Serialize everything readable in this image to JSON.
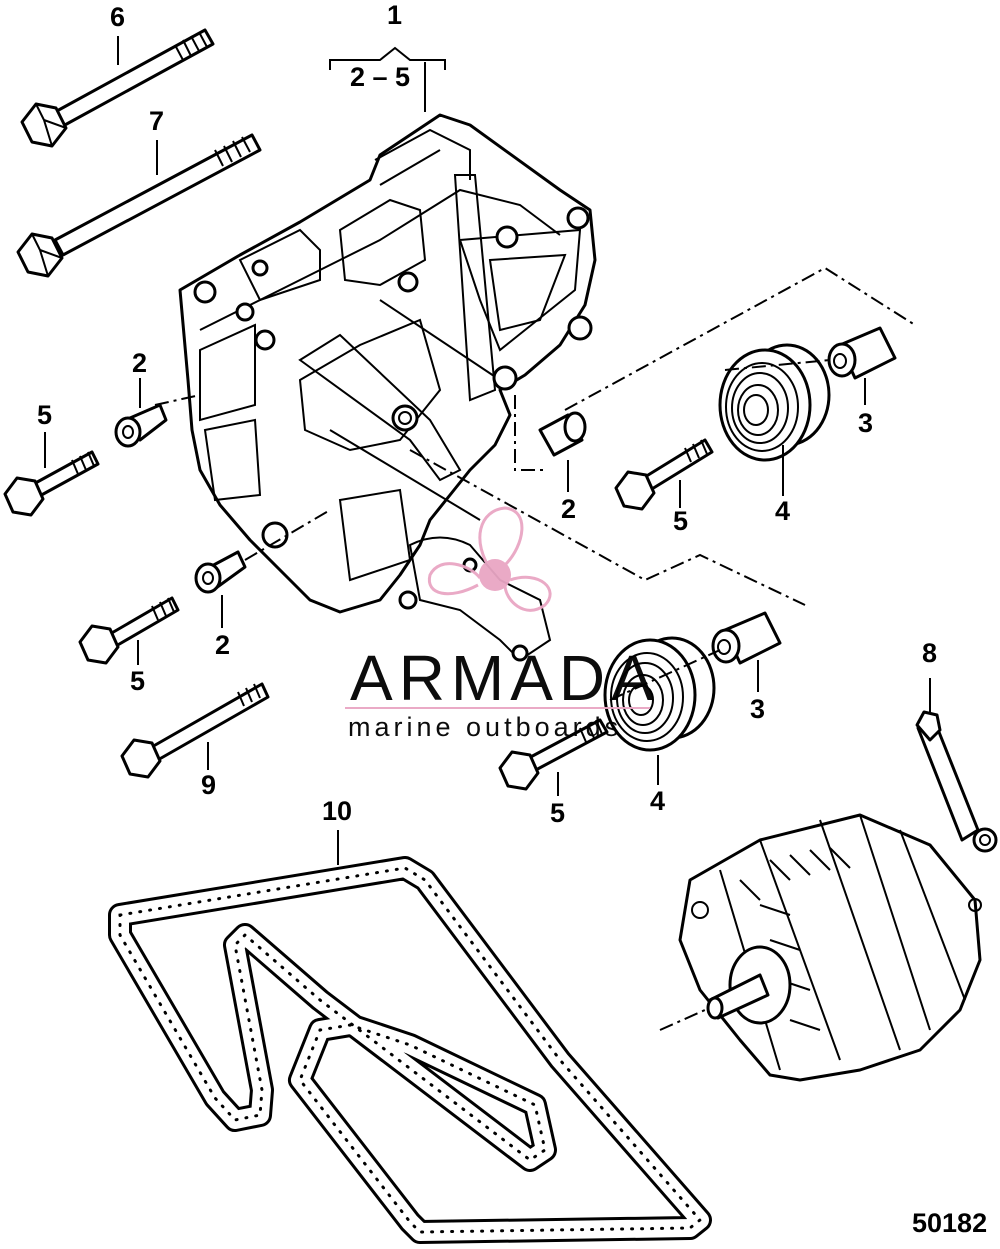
{
  "figure_id": "50182",
  "callouts": {
    "c1": "1",
    "c1_range": "2 – 5",
    "c2a": "2",
    "c2b": "2",
    "c2c": "2",
    "c3a": "3",
    "c3b": "3",
    "c4a": "4",
    "c4b": "4",
    "c5a": "5",
    "c5b": "5",
    "c5c": "5",
    "c5d": "5",
    "c6": "6",
    "c7": "7",
    "c8": "8",
    "c9": "9",
    "c10": "10"
  },
  "watermark": {
    "brand": "ARMADA",
    "tagline": "marine outboards",
    "color": "#e9a6c4",
    "text_color": "#8f8f8f"
  },
  "colors": {
    "ink": "#000000",
    "paper": "#ffffff"
  }
}
